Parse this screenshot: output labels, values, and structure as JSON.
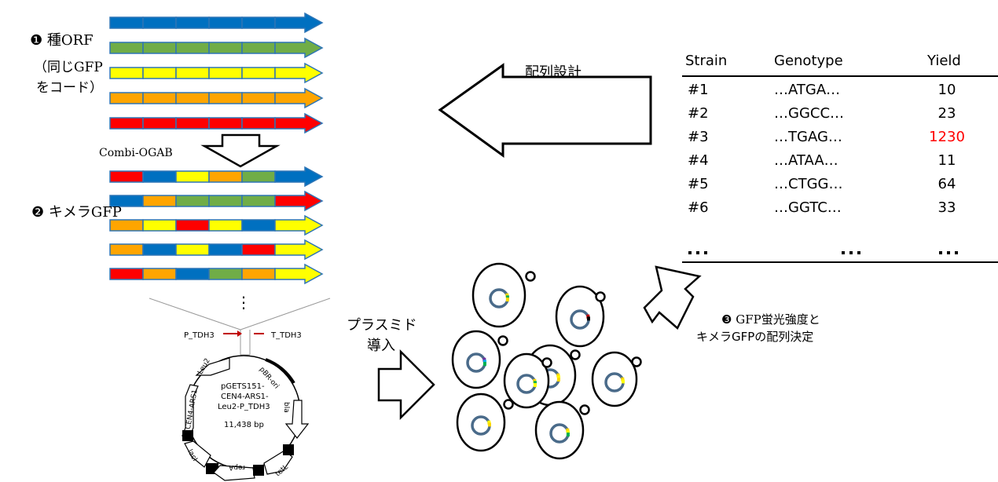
{
  "colors": {
    "blue": "#0070C0",
    "green": "#70AD47",
    "yellow": "#FFFF00",
    "orange": "#FFA500",
    "red": "#FF0000",
    "highlight": "#FF0000",
    "cell_outline": "#2E75B6",
    "plasmid_ring": "#4A6B8A"
  },
  "seed_orfs": [
    [
      "blue",
      "blue",
      "blue",
      "blue",
      "blue",
      "blue"
    ],
    [
      "green",
      "green",
      "green",
      "green",
      "green",
      "green"
    ],
    [
      "yellow",
      "yellow",
      "yellow",
      "yellow",
      "yellow",
      "yellow"
    ],
    [
      "orange",
      "orange",
      "orange",
      "orange",
      "orange",
      "orange"
    ],
    [
      "red",
      "red",
      "red",
      "red",
      "red",
      "red"
    ]
  ],
  "chimeric_orfs": [
    [
      "red",
      "blue",
      "yellow",
      "orange",
      "green",
      "blue"
    ],
    [
      "blue",
      "orange",
      "green",
      "green",
      "green",
      "red"
    ],
    [
      "orange",
      "yellow",
      "red",
      "yellow",
      "blue",
      "yellow"
    ],
    [
      "orange",
      "blue",
      "yellow",
      "blue",
      "red",
      "yellow"
    ],
    [
      "red",
      "orange",
      "blue",
      "green",
      "orange",
      "yellow"
    ]
  ],
  "labels": {
    "step1_num": "❶",
    "step1_line1": "種ORF",
    "step1_line2": "（同じGFP",
    "step1_line3": "をコード）",
    "combi": "Combi-OGAB",
    "step2_num": "❷",
    "step2": "キメラGFP",
    "design": "配列設計",
    "plasmid_line1": "プラスミド",
    "plasmid_line2": "導入",
    "step3_num": "❸",
    "step3_line1": "GFP蛍光強度と",
    "step3_line2": "キメラGFPの配列決定",
    "vdots": "⋮"
  },
  "plasmid": {
    "promoter": "P_TDH3",
    "terminator": "T_TDH3",
    "name_line1": "pGETS151-",
    "name_line2": "CEN4-ARS1-",
    "name_line3": "Leu2-P_TDH3",
    "size": "11,438 bp",
    "features": [
      "Leu2",
      "pBR-ori",
      "bla",
      "tetL",
      "repA",
      "lacI",
      "CEN4-ARS1"
    ]
  },
  "table": {
    "headers": [
      "Strain",
      "Genotype",
      "Yield"
    ],
    "rows": [
      {
        "strain": "#1",
        "genotype": "…ATGA…",
        "yield": "10"
      },
      {
        "strain": "#2",
        "genotype": "…GGCC…",
        "yield": "23"
      },
      {
        "strain": "#3",
        "genotype": "…TGAG…",
        "yield": "1230",
        "highlight": true
      },
      {
        "strain": "#4",
        "genotype": "…ATAA…",
        "yield": "11"
      },
      {
        "strain": "#5",
        "genotype": "…CTGG…",
        "yield": "64"
      },
      {
        "strain": "#6",
        "genotype": "…GGTC…",
        "yield": "33"
      }
    ],
    "ellipsis": "・・・"
  }
}
